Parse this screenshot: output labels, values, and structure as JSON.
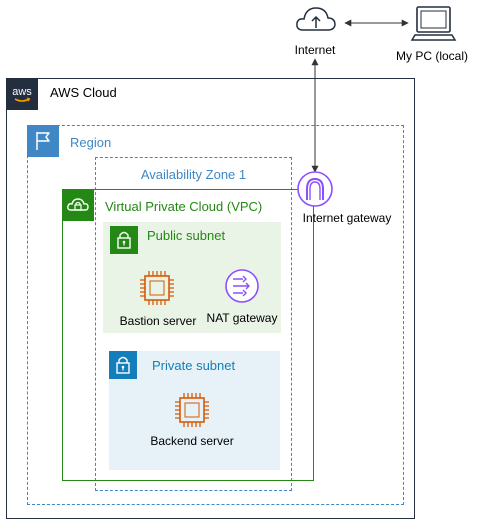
{
  "diagram": {
    "aws_cloud": {
      "label": "AWS Cloud",
      "logo_text": "aws"
    },
    "region": {
      "label": "Region"
    },
    "availability_zone": {
      "label": "Availability Zone 1"
    },
    "vpc": {
      "label": "Virtual Private Cloud (VPC)"
    },
    "public_subnet": {
      "label": "Public subnet"
    },
    "private_subnet": {
      "label": "Private subnet"
    },
    "nodes": {
      "bastion": "Bastion server",
      "nat": "NAT gateway",
      "backend": "Backend server",
      "igw": "Internet gateway",
      "internet": "Internet",
      "pc": "My PC (local)"
    },
    "colors": {
      "aws": "#232f3e",
      "region": "#3f88c5",
      "vpc": "#248814",
      "public_bg": "#e9f3e6",
      "private": "#147eba",
      "private_bg": "#e6f2f8",
      "ec2": "#d45b07",
      "igw": "#8c4fff"
    },
    "icons": [
      "aws-logo",
      "flag-icon",
      "cloud-lock-icon",
      "lock-icon",
      "ec2-chip-icon",
      "nat-gateway-icon",
      "internet-gateway-icon",
      "internet-cloud-icon",
      "computer-icon"
    ]
  }
}
